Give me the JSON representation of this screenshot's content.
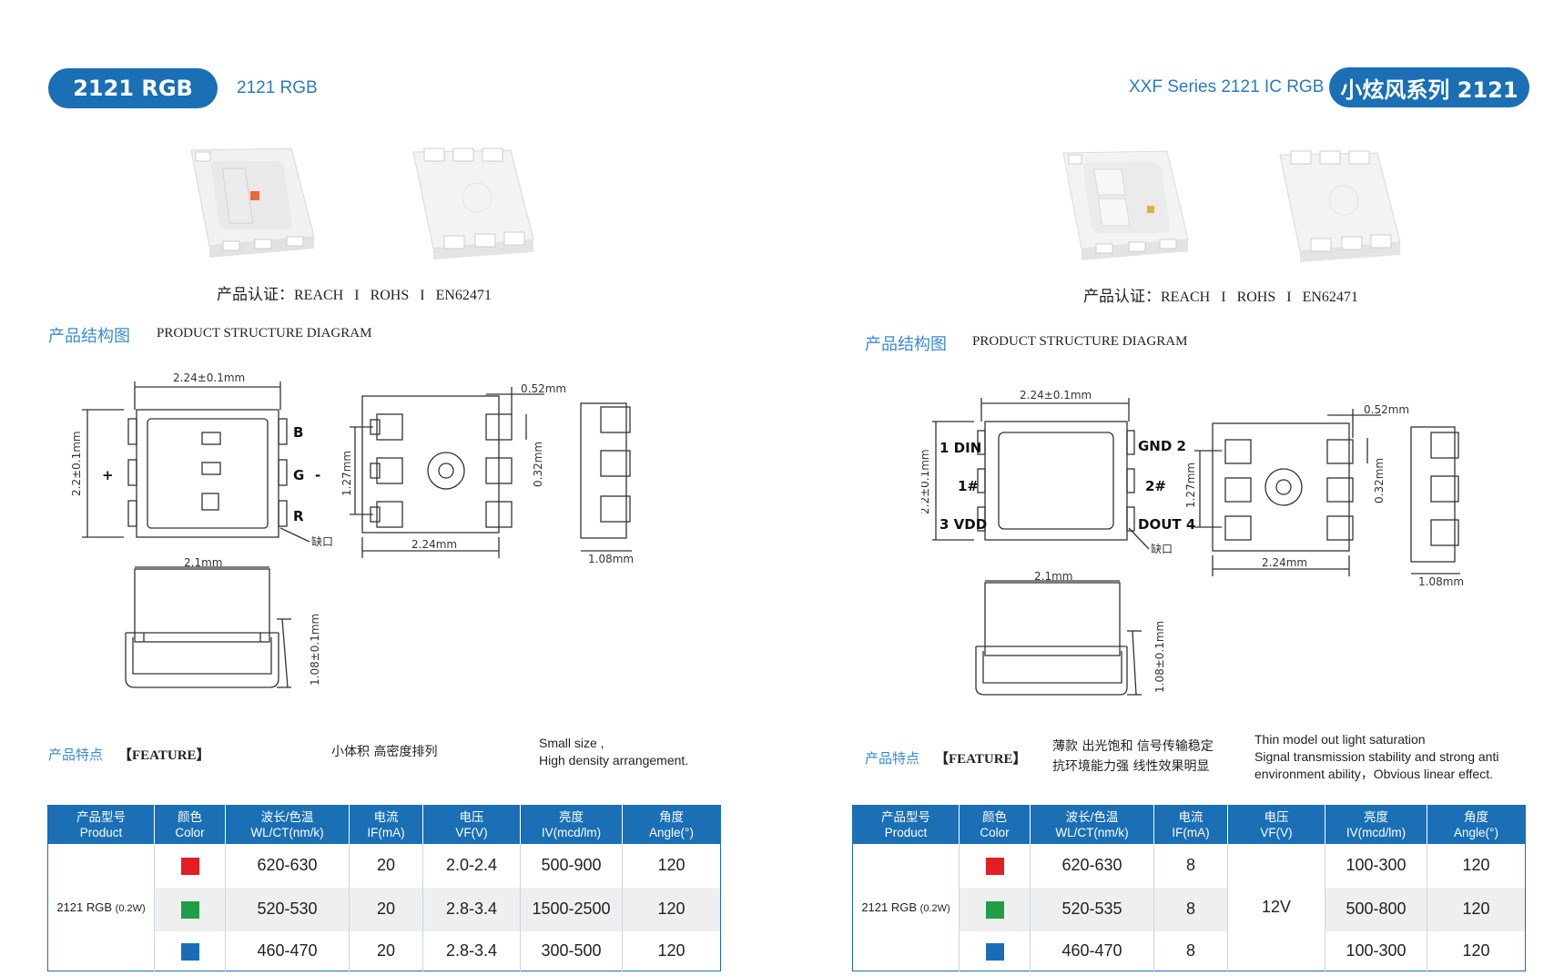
{
  "left": {
    "pill_title": "2121 RGB",
    "subtitle": "2121 RGB",
    "cert_label": "产品认证：",
    "certs": [
      "REACH",
      "ROHS",
      "EN62471"
    ],
    "cert_separator": "I",
    "structure_cn": "产品结构图",
    "structure_en": "PRODUCT  STRUCTURE DIAGRAM",
    "diagram": {
      "top_width": "2.24±0.1mm",
      "side_height": "2.2±0.1mm",
      "pins": [
        "B",
        "G",
        "R"
      ],
      "plus": "+",
      "minus": "-",
      "notch": "缺口",
      "pad_width": "0.52mm",
      "pad_pitch": "1.27mm",
      "pad_height": "0.32mm",
      "bottom_width": "2.24mm",
      "profile_depth": "1.08mm",
      "lower_width": "2.1mm",
      "lower_height": "1.08±0.1mm"
    },
    "feature_cn": "产品特点",
    "feature_en": "【FEATURE】",
    "feature_text_cn": "小体积  高密度排列",
    "feature_text_en": [
      "Small size ,",
      "High density arrangement."
    ],
    "table": {
      "headers": [
        {
          "cn": "产品型号",
          "en": "Product"
        },
        {
          "cn": "颜色",
          "en": "Color"
        },
        {
          "cn": "波长/色温",
          "en": "WL/CT(nm/k)"
        },
        {
          "cn": "电流",
          "en": "IF(mA)"
        },
        {
          "cn": "电压",
          "en": "VF(V)"
        },
        {
          "cn": "亮度",
          "en": "IV(mcd/lm)"
        },
        {
          "cn": "角度",
          "en": "Angle(°)"
        }
      ],
      "product": "2121 RGB",
      "product_power": "(0.2W)",
      "rows": [
        {
          "color": "#e31e24",
          "wl": "620-630",
          "if": "20",
          "vf": "2.0-2.4",
          "iv": "500-900",
          "angle": "120"
        },
        {
          "color": "#1f9e45",
          "wl": "520-530",
          "if": "20",
          "vf": "2.8-3.4",
          "iv": "1500-2500",
          "angle": "120"
        },
        {
          "color": "#1b6cb8",
          "wl": "460-470",
          "if": "20",
          "vf": "2.8-3.4",
          "iv": "300-500",
          "angle": "120"
        }
      ]
    }
  },
  "right": {
    "pill_title": "小炫风系列 2121",
    "subtitle": "XXF Series 2121 IC RGB",
    "cert_label": "产品认证：",
    "certs": [
      "REACH",
      "ROHS",
      "EN62471"
    ],
    "cert_separator": "I",
    "structure_cn": "产品结构图",
    "structure_en": "PRODUCT  STRUCTURE DIAGRAM",
    "diagram": {
      "top_width": "2.24±0.1mm",
      "side_height": "2.2±0.1mm",
      "pins_left": [
        "1 DIN",
        "1#",
        "3 VDD"
      ],
      "pins_right": [
        "GND 2",
        "2#",
        "DOUT 4"
      ],
      "notch": "缺口",
      "pad_width": "0.52mm",
      "pad_pitch": "1.27mm",
      "pad_height": "0.32mm",
      "bottom_width": "2.24mm",
      "profile_depth": "1.08mm",
      "lower_width": "2.1mm",
      "lower_height": "1.08±0.1mm"
    },
    "feature_cn": "产品特点",
    "feature_en": "【FEATURE】",
    "feature_text_cn": [
      "薄款 出光饱和 信号传输稳定",
      "抗环境能力强  线性效果明显"
    ],
    "feature_text_en": [
      "Thin model out light saturation",
      "Signal transmission stability and strong anti",
      "environment ability，Obvious linear effect."
    ],
    "table": {
      "headers": [
        {
          "cn": "产品型号",
          "en": "Product"
        },
        {
          "cn": "颜色",
          "en": "Color"
        },
        {
          "cn": "波长/色温",
          "en": "WL/CT(nm/k)"
        },
        {
          "cn": "电流",
          "en": "IF(mA)"
        },
        {
          "cn": "电压",
          "en": "VF(V)"
        },
        {
          "cn": "亮度",
          "en": "IV(mcd/lm)"
        },
        {
          "cn": "角度",
          "en": "Angle(°)"
        }
      ],
      "product": "2121 RGB",
      "product_power": "(0.2W)",
      "voltage": "12V",
      "rows": [
        {
          "color": "#e31e24",
          "wl": "620-630",
          "if": "8",
          "iv": "100-300",
          "angle": "120"
        },
        {
          "color": "#1f9e45",
          "wl": "520-535",
          "if": "8",
          "iv": "500-800",
          "angle": "120"
        },
        {
          "color": "#1b6cb8",
          "wl": "460-470",
          "if": "8",
          "iv": "100-300",
          "angle": "120"
        }
      ]
    }
  }
}
